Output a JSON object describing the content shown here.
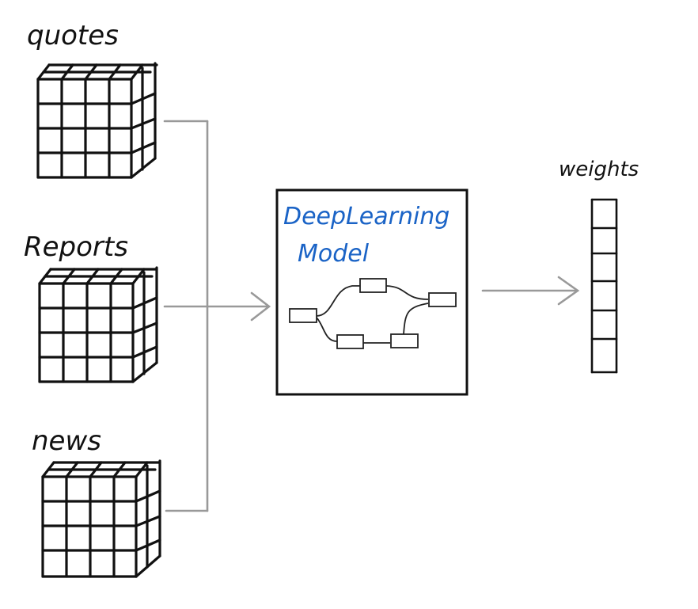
{
  "inputs": [
    {
      "label": "quotes"
    },
    {
      "label": "Reports"
    },
    {
      "label": "news"
    }
  ],
  "model": {
    "line1": "DeepLearning",
    "line2": "Model"
  },
  "output": {
    "label": "weights"
  },
  "colors": {
    "ink": "#111111",
    "connector": "#999999",
    "model_text": "#1a63c6",
    "background": "#ffffff"
  }
}
